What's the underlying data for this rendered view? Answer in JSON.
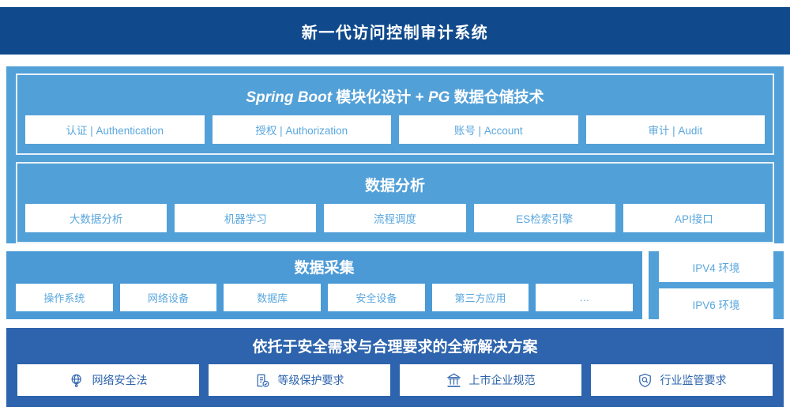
{
  "header": {
    "title": "新一代访问控制审计系统"
  },
  "upper": {
    "app_layer": {
      "title_italic_1": "Spring Boot",
      "title_mid": " 模块化设计 + ",
      "title_italic_2": "PG",
      "title_end": " 数据仓储技术",
      "items": [
        {
          "label": "认证 | Authentication"
        },
        {
          "label": "授权 | Authorization"
        },
        {
          "label": "账号 | Account"
        },
        {
          "label": "审计 | Audit"
        }
      ]
    },
    "analysis_layer": {
      "title": "数据分析",
      "items": [
        {
          "label": "大数据分析"
        },
        {
          "label": "机器学习"
        },
        {
          "label": "流程调度"
        },
        {
          "label": "ES检索引擎"
        },
        {
          "label": "API接口"
        }
      ]
    }
  },
  "collection": {
    "title": "数据采集",
    "items": [
      {
        "label": "操作系统"
      },
      {
        "label": "网络设备"
      },
      {
        "label": "数据库"
      },
      {
        "label": "安全设备"
      },
      {
        "label": "第三方应用"
      },
      {
        "label": "…"
      }
    ]
  },
  "ipv": {
    "items": [
      {
        "label": "IPV4 环境"
      },
      {
        "label": "IPV6 环境"
      }
    ]
  },
  "bottom": {
    "title": "依托于安全需求与合理要求的全新解决方案",
    "items": [
      {
        "label": "网络安全法",
        "icon": "globe-icon"
      },
      {
        "label": "等级保护要求",
        "icon": "document-check-icon"
      },
      {
        "label": "上市企业规范",
        "icon": "bank-icon"
      },
      {
        "label": "行业监管要求",
        "icon": "shield-search-icon"
      }
    ]
  },
  "colors": {
    "header_navy": "#104a8c",
    "panel_blue": "#52a0d8",
    "collect_blue": "#4b9ad6",
    "bottom_blue": "#2d64ad",
    "chip_text": "#5aa7dd",
    "law_text": "#2d64ad"
  }
}
